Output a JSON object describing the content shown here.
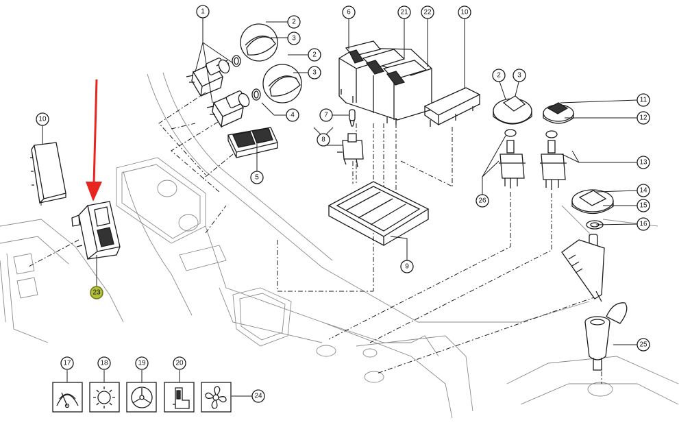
{
  "colors": {
    "line": "#1a1a1a",
    "background": "#ffffff",
    "arrow": "#e8241e",
    "highlight": "#b3bf3a"
  },
  "callouts": [
    {
      "id": "c1",
      "label": "1"
    },
    {
      "id": "c2a",
      "label": "2"
    },
    {
      "id": "c3a",
      "label": "3"
    },
    {
      "id": "c2b",
      "label": "2"
    },
    {
      "id": "c3b",
      "label": "3"
    },
    {
      "id": "c4",
      "label": "4"
    },
    {
      "id": "c5",
      "label": "5"
    },
    {
      "id": "c6",
      "label": "6"
    },
    {
      "id": "c21",
      "label": "21"
    },
    {
      "id": "c22",
      "label": "22"
    },
    {
      "id": "c10a",
      "label": "10"
    },
    {
      "id": "c7",
      "label": "7"
    },
    {
      "id": "c8",
      "label": "8"
    },
    {
      "id": "c2c",
      "label": "2"
    },
    {
      "id": "c3c",
      "label": "3"
    },
    {
      "id": "c11",
      "label": "11"
    },
    {
      "id": "c12",
      "label": "12"
    },
    {
      "id": "c13",
      "label": "13"
    },
    {
      "id": "c26",
      "label": "26"
    },
    {
      "id": "c14",
      "label": "14"
    },
    {
      "id": "c15",
      "label": "15"
    },
    {
      "id": "c16",
      "label": "16"
    },
    {
      "id": "c9",
      "label": "9"
    },
    {
      "id": "c10b",
      "label": "10"
    },
    {
      "id": "c23",
      "label": "23"
    },
    {
      "id": "c25",
      "label": "25"
    },
    {
      "id": "c17",
      "label": "17"
    },
    {
      "id": "c18",
      "label": "18"
    },
    {
      "id": "c19",
      "label": "19"
    },
    {
      "id": "c20",
      "label": "20"
    },
    {
      "id": "c24",
      "label": "24"
    }
  ],
  "symbols": [
    {
      "name": "wiper-symbol-icon"
    },
    {
      "name": "light-switch-symbol-icon"
    },
    {
      "name": "steering-wheel-symbol-icon"
    },
    {
      "name": "seat-symbol-icon"
    },
    {
      "name": "fan-symbol-icon"
    }
  ]
}
